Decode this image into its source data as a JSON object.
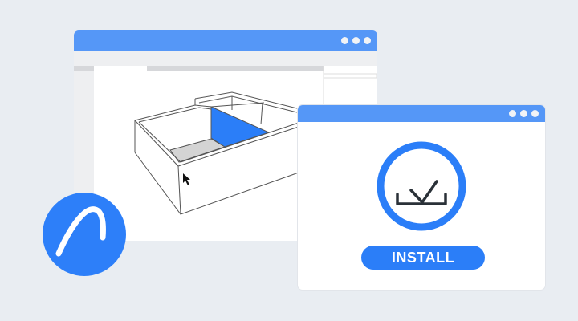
{
  "installer_window": {
    "button_label": "INSTALL",
    "icon": "download-check-icon"
  },
  "cad_window": {
    "content": "3d-room-model"
  },
  "logo": {
    "icon": "archicad-arc-logo"
  },
  "colors": {
    "accent": "#2b7ef8",
    "titlebar": "#5597f7",
    "background": "#e9edf2"
  }
}
